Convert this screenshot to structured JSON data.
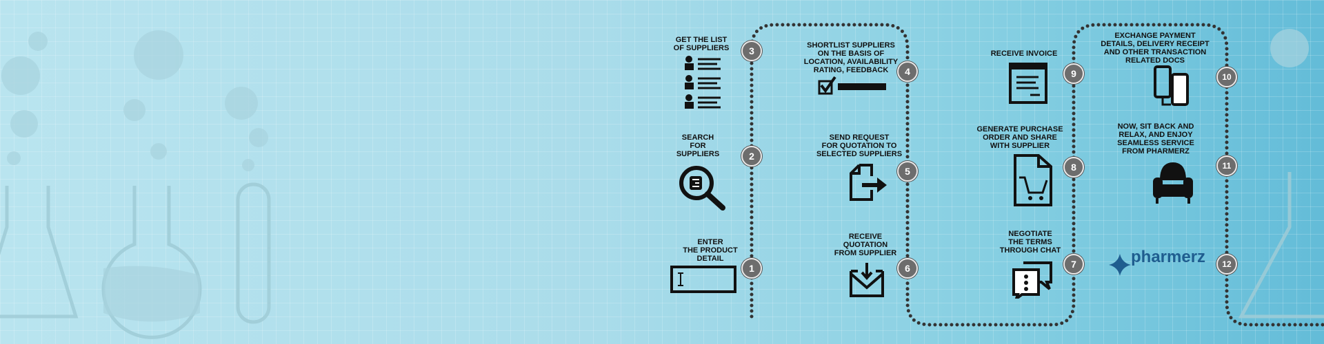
{
  "steps": [
    {
      "number": "1",
      "label": "ENTER\nTHE PRODUCT\nDETAIL",
      "icon": "text-input-icon"
    },
    {
      "number": "2",
      "label": "SEARCH\nFOR\nSUPPLIERS",
      "icon": "search-icon"
    },
    {
      "number": "3",
      "label": "GET THE LIST\nOF SUPPLIERS",
      "icon": "supplier-list-icon"
    },
    {
      "number": "4",
      "label": "SHORTLIST SUPPLIERS\nON THE BASIS OF\nLOCATION, AVAILABILITY\nRATING, FEEDBACK",
      "icon": "checkbox-icon"
    },
    {
      "number": "5",
      "label": "SEND REQUEST\nFOR QUOTATION TO\nSELECTED SUPPLIERS",
      "icon": "document-send-icon"
    },
    {
      "number": "6",
      "label": "RECEIVE\nQUOTATION\nFROM SUPPLIER",
      "icon": "inbox-receive-icon"
    },
    {
      "number": "7",
      "label": "NEGOTIATE\nTHE TERMS\nTHROUGH CHAT",
      "icon": "chat-icon"
    },
    {
      "number": "8",
      "label": "GENERATE PURCHASE\nORDER AND SHARE\nWITH SUPPLIER",
      "icon": "purchase-order-icon"
    },
    {
      "number": "9",
      "label": "RECEIVE INVOICE",
      "icon": "invoice-icon"
    },
    {
      "number": "10",
      "label": "EXCHANGE PAYMENT\nDETAILS, DELIVERY RECEIPT\nAND OTHER TRANSACTION\nRELATED DOCS",
      "icon": "phones-exchange-icon"
    },
    {
      "number": "11",
      "label": "NOW, SIT BACK AND\nRELAX, AND ENJOY\nSEAMLESS SERVICE\nFROM PHARMERZ",
      "icon": "armchair-icon"
    },
    {
      "number": "12",
      "label": "",
      "icon": "pharmerz-logo-icon"
    }
  ],
  "brand": {
    "name": "pharmerz"
  },
  "colors": {
    "background": "#a9dcea",
    "badge": "#6d6d6d",
    "path": "#333333",
    "brand": "#1f5d8f"
  }
}
